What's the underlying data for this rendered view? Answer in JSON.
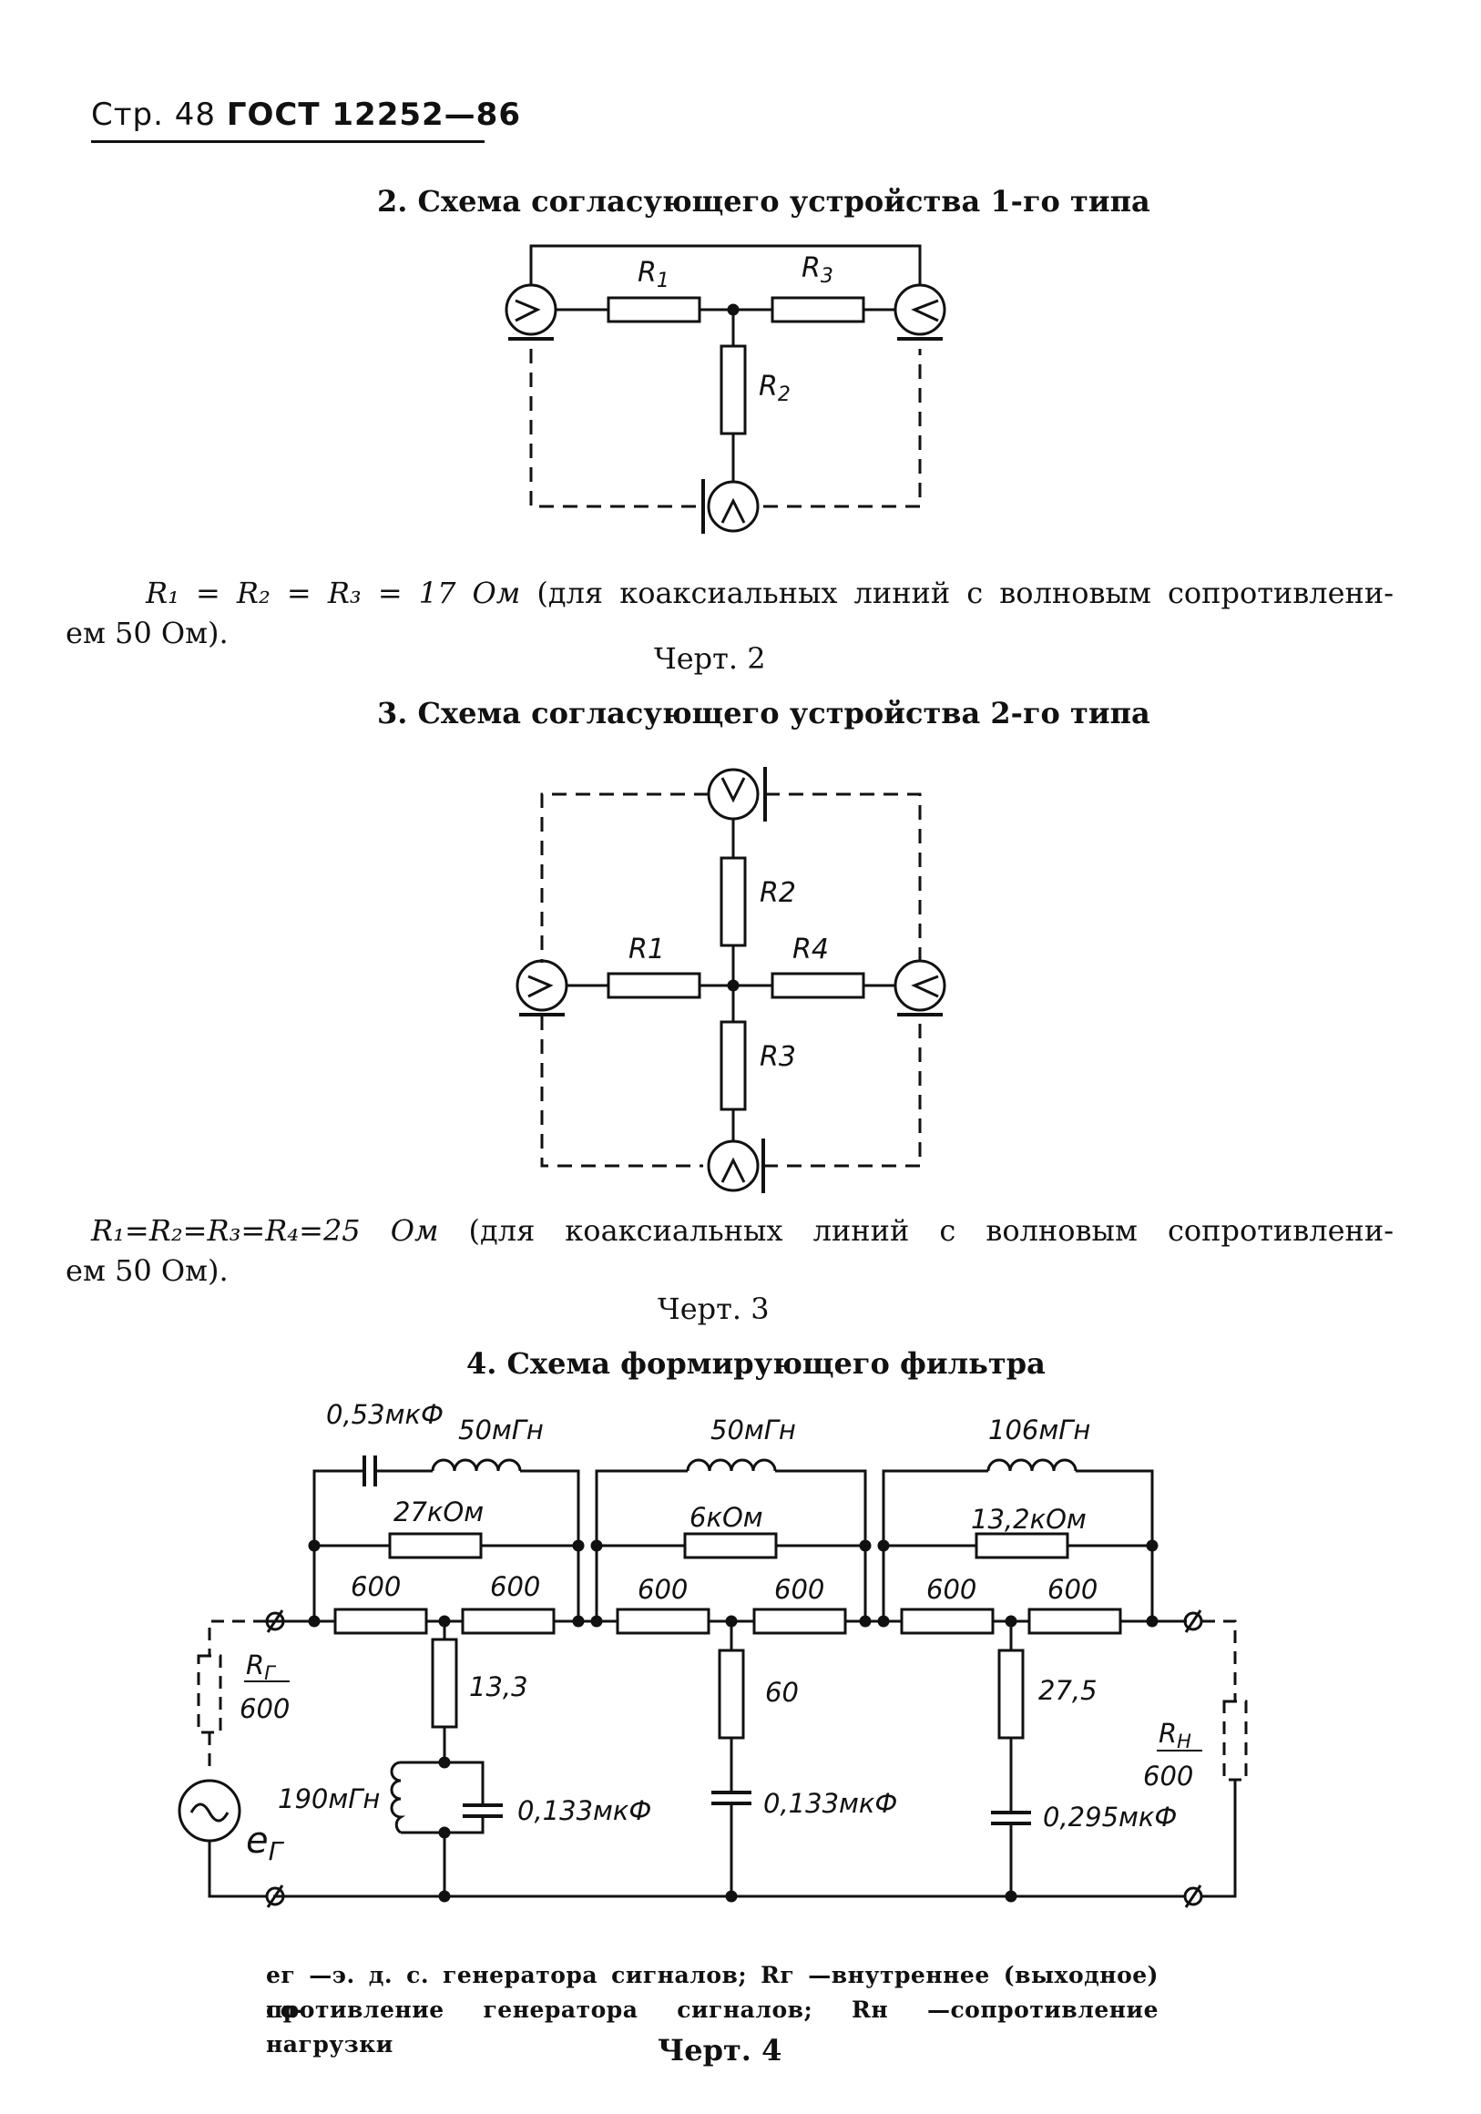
{
  "header": {
    "page": "Стр. 48",
    "standard": "ГОСТ 12252—86"
  },
  "section2": {
    "heading": "2. Схема согласующего устройства 1-го типа",
    "labels": {
      "r1": "R",
      "r1_sub": "1",
      "r3": "R",
      "r3_sub": "3",
      "r2": "R",
      "r2_sub": "2"
    },
    "formula": "R₁ = R₂ = R₃ = 17 Ом",
    "text": "(для коаксиальных линий с волновым сопротивлени-",
    "text2": "ем 50 Ом).",
    "caption": "Черт. 2"
  },
  "section3": {
    "heading": "3. Схема согласующего устройства 2-го типа",
    "labels": {
      "r1": "R1",
      "r2": "R2",
      "r3": "R3",
      "r4": "R4"
    },
    "formula": "R₁=R₂=R₃=R₄=25 Ом",
    "text": "(для коаксиальных линий с волновым сопротивлени-",
    "text2": "ем 50 Ом).",
    "caption": "Черт. 3"
  },
  "section4": {
    "heading": "4. Схема формирующего фильтра",
    "labels": {
      "c1": "0,53мкФ",
      "l1": "50мГн",
      "l2": "50мГн",
      "l3": "106мГн",
      "rb1": "27кОм",
      "rb2": "6кОм",
      "rb3": "13,2кОм",
      "s1": "600",
      "s2": "600",
      "s3": "600",
      "s4": "600",
      "s5": "600",
      "s6": "600",
      "sh1": "13,3",
      "sh2": "60",
      "sh3": "27,5",
      "lsh": "190мГн",
      "csh1": "0,133мкФ",
      "csh2": "0,133мкФ",
      "csh3": "0,295мкФ",
      "rg_name": "R",
      "rg_sub": "Г",
      "rg_val": "600",
      "rh_name": "R",
      "rh_sub": "Н",
      "rh_val": "600",
      "eg_name": "e",
      "eg_sub": "Г"
    },
    "note_line1": "eг —э. д. с. генератора сигналов; Rг —внутреннее (выходное) со-",
    "note_line2": "противление генератора сигналов; Rн —сопротивление нагрузки",
    "caption": "Черт. 4"
  }
}
